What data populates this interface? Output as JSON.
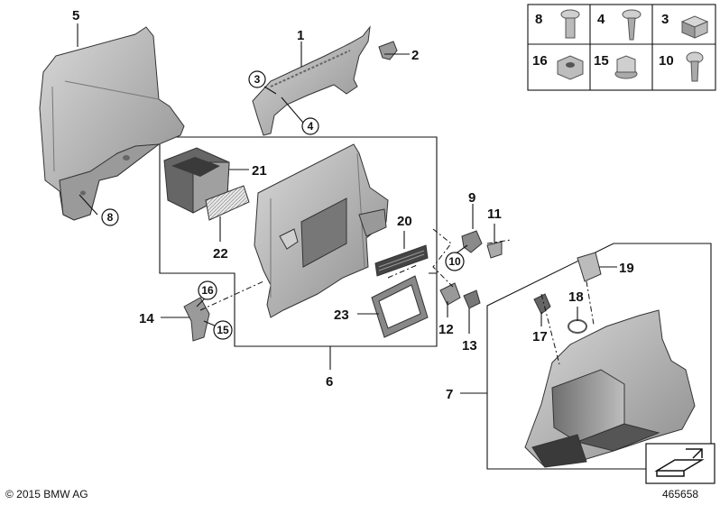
{
  "callouts": {
    "p1": "1",
    "p2": "2",
    "p3": "3",
    "p4": "4",
    "p5": "5",
    "p6": "6",
    "p7": "7",
    "p8": "8",
    "p9": "9",
    "p10": "10",
    "p11": "11",
    "p12": "12",
    "p13": "13",
    "p14": "14",
    "p15": "15",
    "p16": "16",
    "p17": "17",
    "p18": "18",
    "p19": "19",
    "p20": "20",
    "p21": "21",
    "p22": "22",
    "p23": "23"
  },
  "hardware_table": {
    "c8": "8",
    "c4": "4",
    "c3": "3",
    "c16": "16",
    "c15": "15",
    "c10": "10"
  },
  "footer": {
    "copyright": "© 2015 BMW AG",
    "doc_number": "465658"
  },
  "colors": {
    "part_fill": "#bdbdbd",
    "part_dark": "#8a8a8a",
    "line": "#111111"
  }
}
